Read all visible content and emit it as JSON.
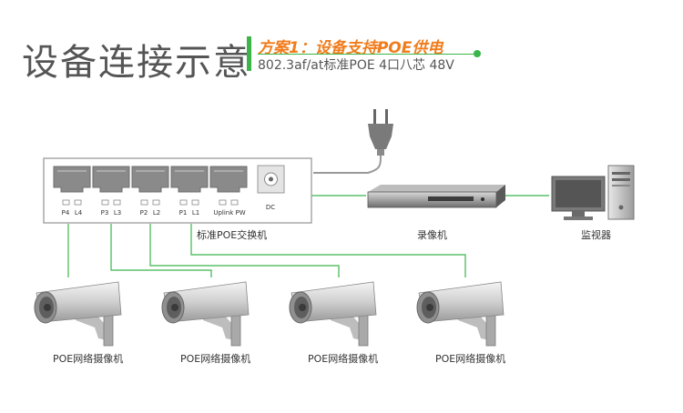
{
  "header": {
    "main_title": "设备连接示意",
    "plan_title": "方案1：设备支持POE供电",
    "plan_spec": "802.3af/at标准POE 4口八芯  48V"
  },
  "switch": {
    "label": "标准POE交换机",
    "ports": [
      "P4",
      "L4",
      "P3",
      "L3",
      "P2",
      "L2",
      "P1",
      "L1",
      "Uplink PW",
      "DC"
    ]
  },
  "recorder": {
    "label": "录像机"
  },
  "monitor": {
    "label": "监视器"
  },
  "cameras": [
    {
      "label": "POE网络摄像机"
    },
    {
      "label": "POE网络摄像机"
    },
    {
      "label": "POE网络摄像机"
    },
    {
      "label": "POE网络摄像机"
    }
  ],
  "colors": {
    "accent_green": "#3bb54a",
    "accent_orange": "#f07c1c",
    "title_gray": "#555555"
  }
}
